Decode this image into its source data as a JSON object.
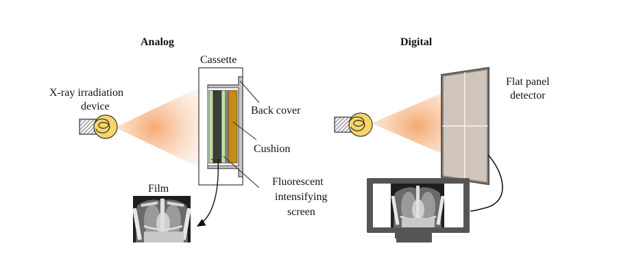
{
  "headings": {
    "analog": "Analog",
    "digital": "Digital"
  },
  "labels": {
    "xray_device_line1": "X-ray irradiation",
    "xray_device_line2": "device",
    "cassette": "Cassette",
    "back_cover": "Back cover",
    "cushion": "Cushion",
    "fluorescent_line1": "Fluorescent",
    "fluorescent_line2": "intensifying",
    "fluorescent_line3": "screen",
    "film": "Film",
    "flat_panel_line1": "Flat panel",
    "flat_panel_line2": "detector"
  },
  "colors": {
    "beam": "#f6b07f",
    "bulb": "#f7d667",
    "cushion": "#c88a14",
    "screen": "#bfe0a0",
    "frame": "#666666",
    "panel": "#bdbdbd"
  }
}
